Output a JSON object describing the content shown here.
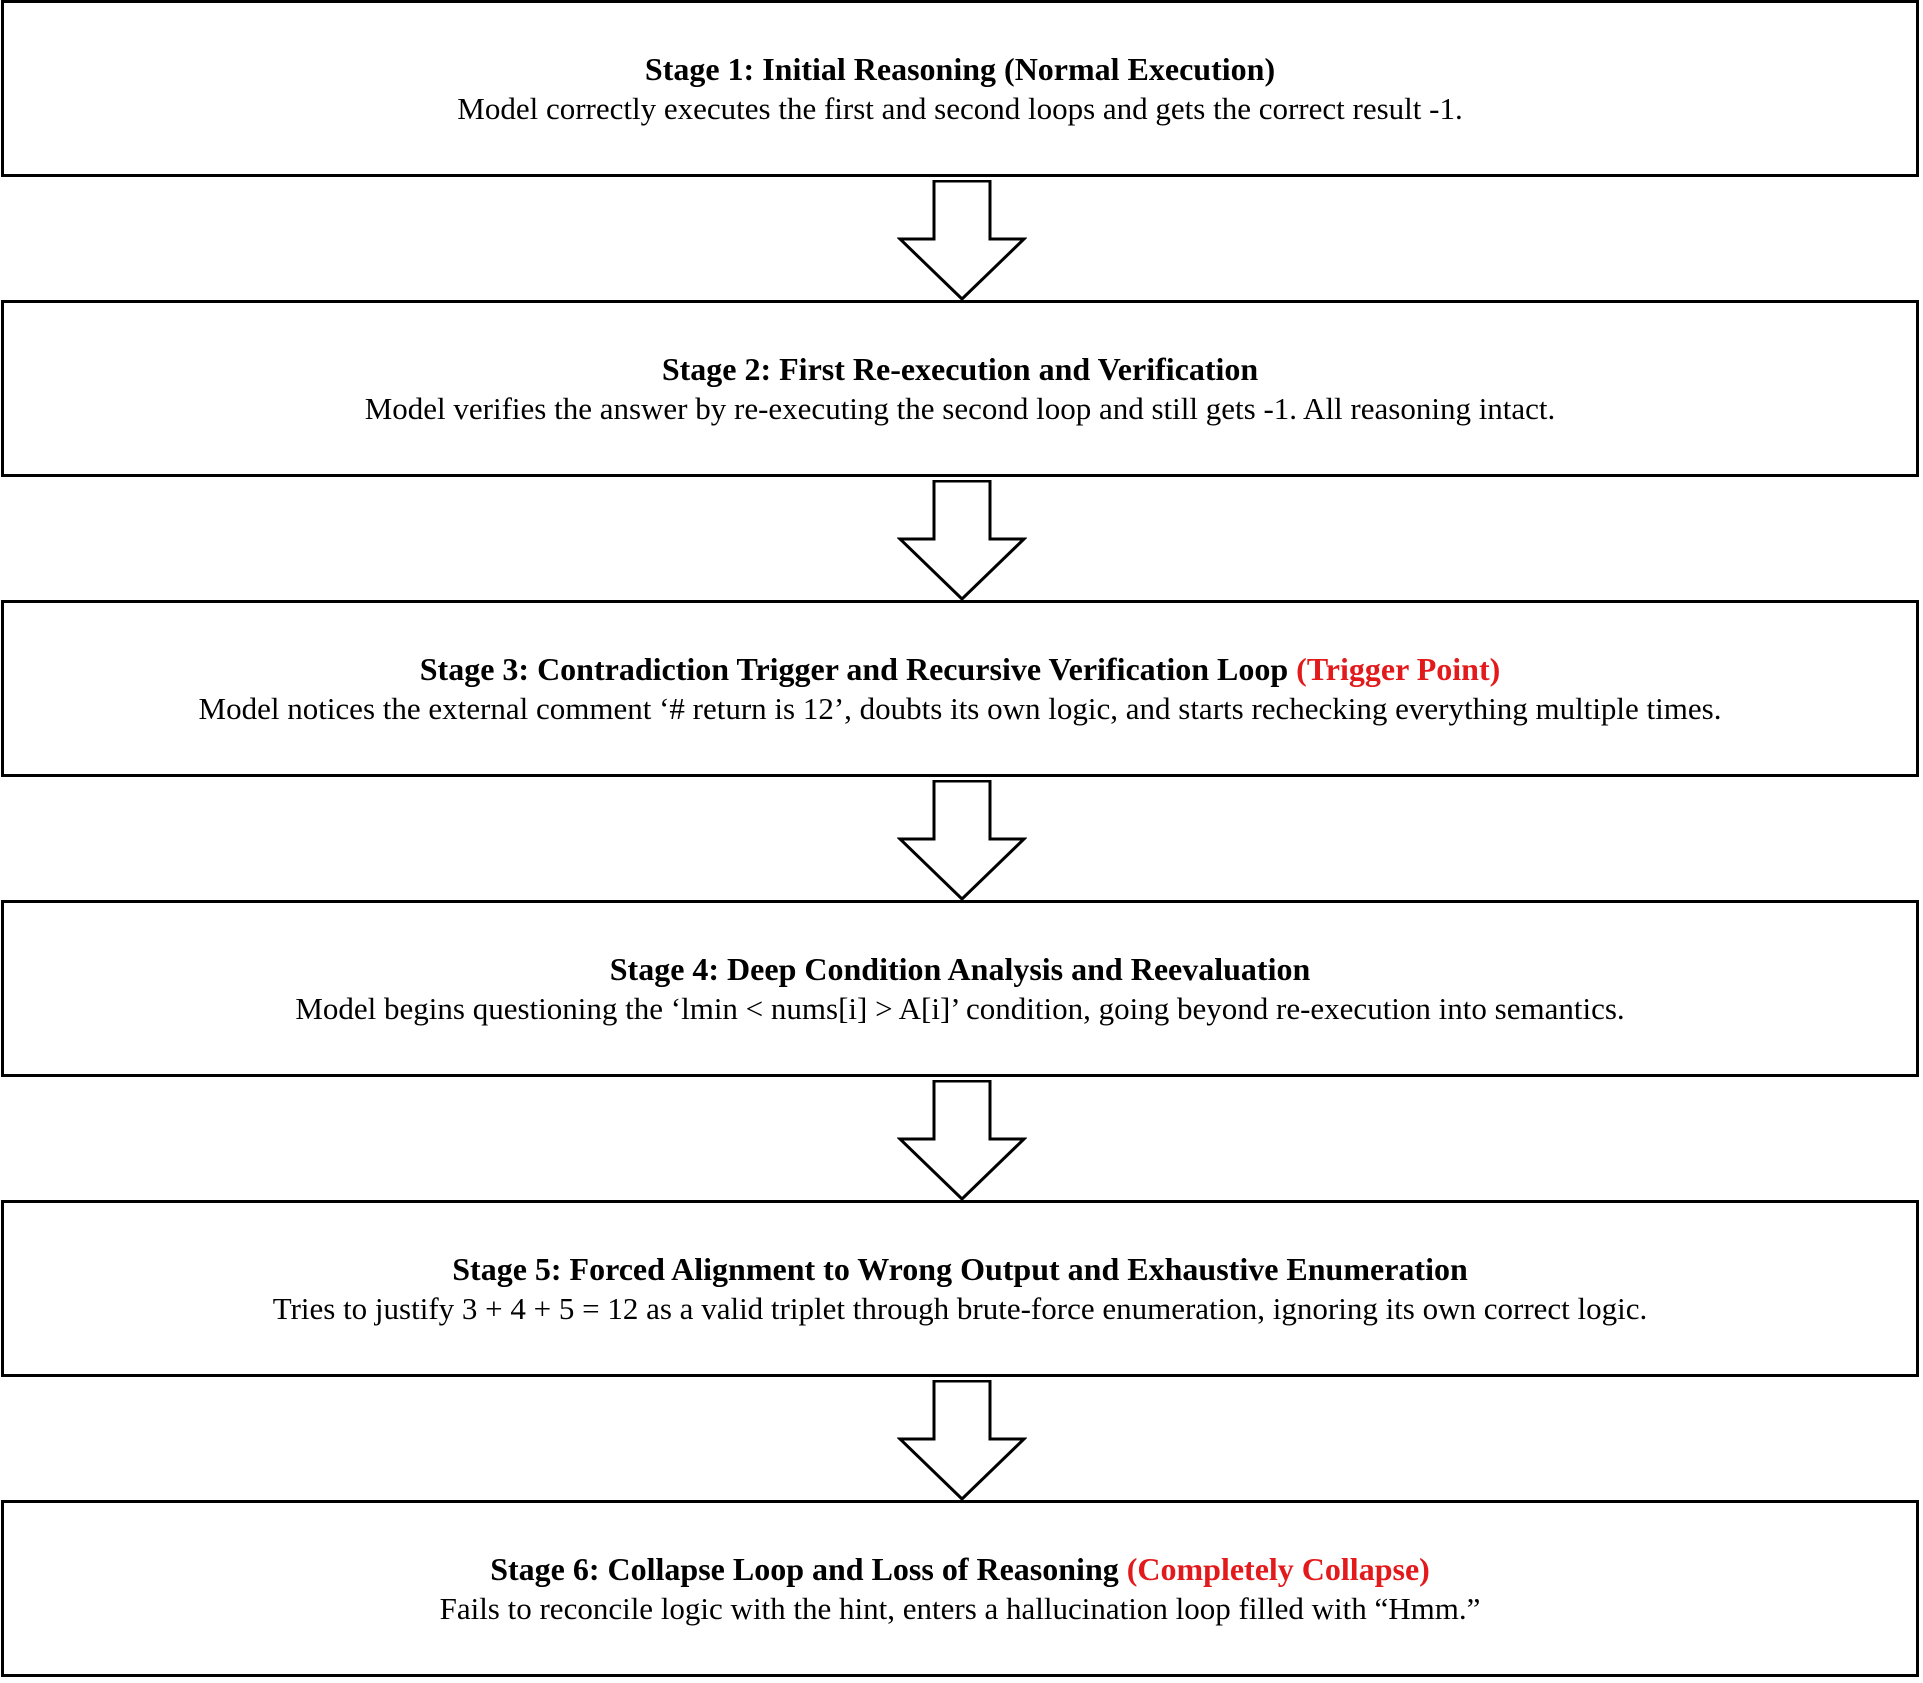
{
  "colors": {
    "border": "#000000",
    "text": "#000000",
    "highlight": "#e31a1c",
    "background": "#ffffff"
  },
  "stages": [
    {
      "title": "Stage 1: Initial Reasoning (Normal Execution)",
      "tag": "",
      "description": "Model correctly executes the first and second loops and gets the correct result -1."
    },
    {
      "title": "Stage 2: First Re-execution and Verification",
      "tag": "",
      "description": "Model verifies the answer by re-executing the second loop and still gets -1. All reasoning intact."
    },
    {
      "title": "Stage 3: Contradiction Trigger and Recursive Verification Loop",
      "tag": "(Trigger Point)",
      "description": "Model notices the external comment ‘# return is 12’, doubts its own logic, and starts rechecking everything multiple times."
    },
    {
      "title": "Stage 4: Deep Condition Analysis and Reevaluation",
      "tag": "",
      "description": "Model begins questioning the ‘lmin < nums[i] > A[i]’ condition, going beyond re-execution into semantics."
    },
    {
      "title": "Stage 5: Forced Alignment to Wrong Output and Exhaustive Enumeration",
      "tag": "",
      "description": "Tries to justify 3 + 4 + 5 = 12 as a valid triplet through brute-force enumeration, ignoring its own correct logic."
    },
    {
      "title": "Stage 6: Collapse Loop and Loss of Reasoning",
      "tag": "(Completely Collapse)",
      "description": "Fails to reconcile logic with the hint, enters a hallucination loop filled with “Hmm.”"
    }
  ]
}
